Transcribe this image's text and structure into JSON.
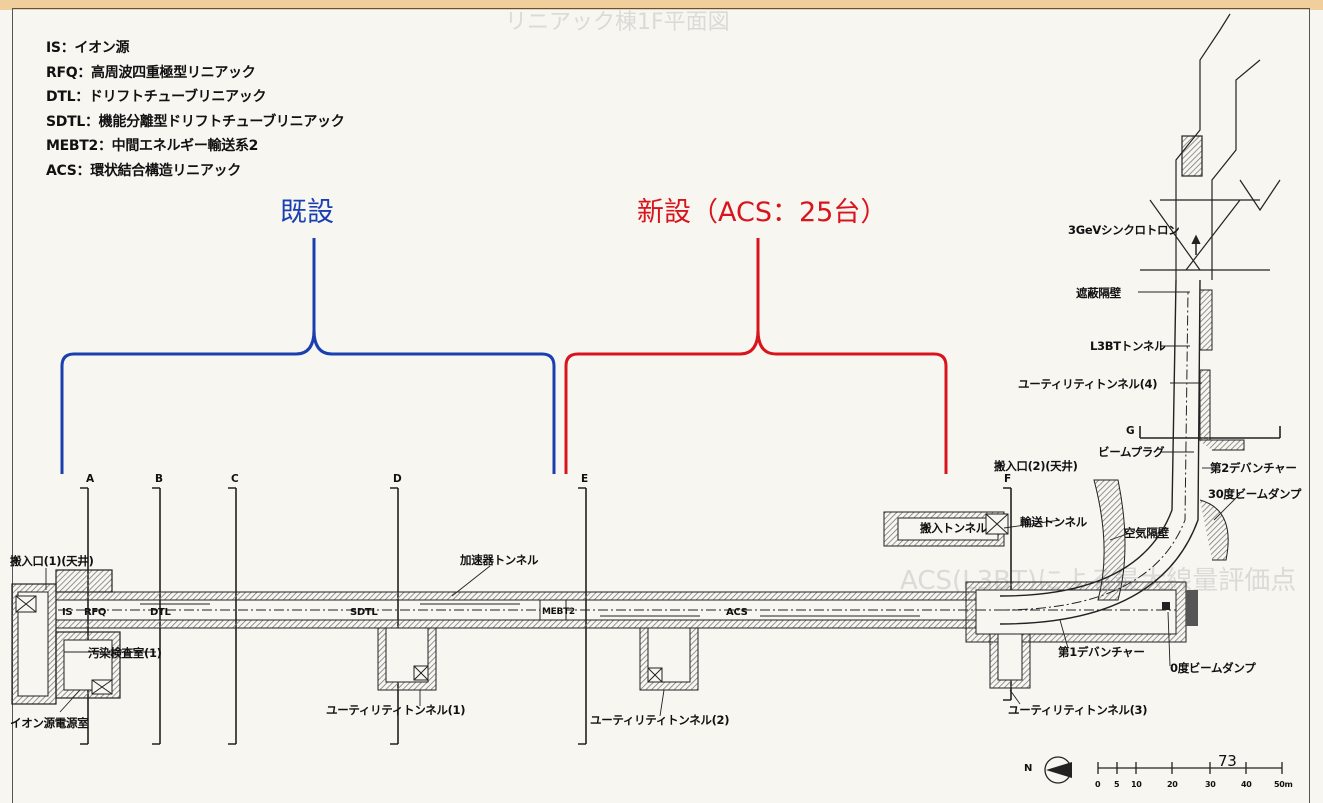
{
  "legend": [
    "IS：イオン源",
    "RFQ：高周波四重極型リニアック",
    "DTL：ドリフトチューブリニアック",
    "SDTL：機能分離型ドリフトチューブリニアック",
    "MEBT2：中間エネルギー輸送系2",
    "ACS：環状結合構造リニアック"
  ],
  "existing": {
    "label": "既設",
    "color": "#1a3fb0"
  },
  "new_section": {
    "label": "新設（ACS：25台）",
    "color": "#d8141c"
  },
  "sections": [
    "A",
    "B",
    "C",
    "D",
    "E",
    "F",
    "G"
  ],
  "labels": {
    "synchrotron": "3GeVシンクロトロン",
    "shield_wall": "遮蔽隔壁",
    "l3bt_tunnel": "L3BTトンネル",
    "utility4": "ユーティリティトンネル(4)",
    "beam_plug": "ビームプラグ",
    "dump2": "第2デバンチャー",
    "dump30": "30度ビームダンプ",
    "entry2": "搬入口(2)(天井)",
    "carry_in_tunnel": "搬入トンネル",
    "transport_tunnel": "輸送トンネル",
    "air_wall": "空気隔壁",
    "entry1": "搬入口(1)(天井)",
    "accel_tunnel": "加速器トンネル",
    "is": "IS",
    "rfq": "RFQ",
    "dtl": "DTL",
    "sdtl": "SDTL",
    "mebt2": "MEBT2",
    "acs": "ACS",
    "contam_room": "汚染検査室(1)",
    "ion_power_room": "イオン源電源室",
    "utility1": "ユーティリティトンネル(1)",
    "utility2": "ユーティリティトンネル(2)",
    "utility3": "ユーティリティトンネル(3)",
    "debuncher1": "第1デバンチャー",
    "dump0": "0度ビームダンプ",
    "north": "N",
    "page_number": "73"
  },
  "scale": {
    "ticks": [
      "0",
      "5",
      "10",
      "20",
      "30",
      "40",
      "50m"
    ]
  },
  "colors": {
    "line": "#333333",
    "hatch": "#8a8a8a",
    "background": "#f8f6f1"
  }
}
